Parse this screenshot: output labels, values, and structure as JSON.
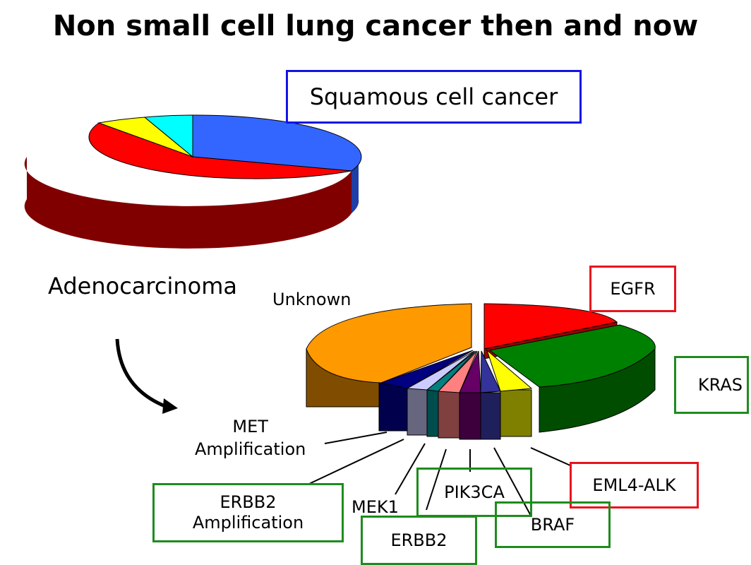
{
  "slide": {
    "title": "Non small cell lung cancer then and now"
  },
  "labels": {
    "squamous": "Squamous cell cancer",
    "adenocarcinoma": "Adenocarcinoma",
    "unknown": "Unknown",
    "met_line1": "MET",
    "met_line2": "Amplification",
    "mek1": "MEK1",
    "egfr": "EGFR",
    "kras": "KRAS",
    "eml4_alk": "EML4-ALK",
    "braf": "BRAF",
    "pik3ca": "PIK3CA",
    "erbb2": "ERBB2",
    "erbb2_amp_line1": "ERBB2",
    "erbb2_amp_line2": "Amplification"
  },
  "colors": {
    "red_box": "#e8141e",
    "green_box": "#1e8c1e",
    "blue_box": "#1414e6",
    "arrow": "#000000"
  },
  "chart_data": [
    {
      "type": "pie",
      "style": "3d",
      "slices": [
        {
          "color": "#3366ff",
          "side_color": "#1f3ea6"
        },
        {
          "color": "#ff0000",
          "side_color": "#800000"
        },
        {
          "color": "#ffff00",
          "side_color": "#999900"
        },
        {
          "color": "#00ffff",
          "side_color": "#009999"
        }
      ]
    },
    {
      "type": "pie",
      "style": "3d-exploded",
      "slices": [
        {
          "label": "EGFR",
          "color": "#ff0000",
          "side_color": "#990000"
        },
        {
          "label": "KRAS",
          "color": "#008000",
          "side_color": "#004d00"
        },
        {
          "label": "EML4-ALK",
          "color": "#ffff00",
          "side_color": "#808000"
        },
        {
          "label": "BRAF",
          "color": "#333399",
          "side_color": "#1f1f5c"
        },
        {
          "label": "PIK3CA",
          "color": "#660066",
          "side_color": "#3d003d"
        },
        {
          "label": "ERBB2",
          "color": "#ff8080",
          "side_color": "#804040"
        },
        {
          "label": "MEK1",
          "color": "#008080",
          "side_color": "#004d4d"
        },
        {
          "label": "ERBB2 Amplification",
          "color": "#ccccff",
          "side_color": "#66667f"
        },
        {
          "label": "MET Amplification",
          "color": "#000080",
          "side_color": "#00004d"
        },
        {
          "label": "Unknown",
          "color": "#ff9900",
          "side_color": "#804d00"
        }
      ]
    }
  ]
}
